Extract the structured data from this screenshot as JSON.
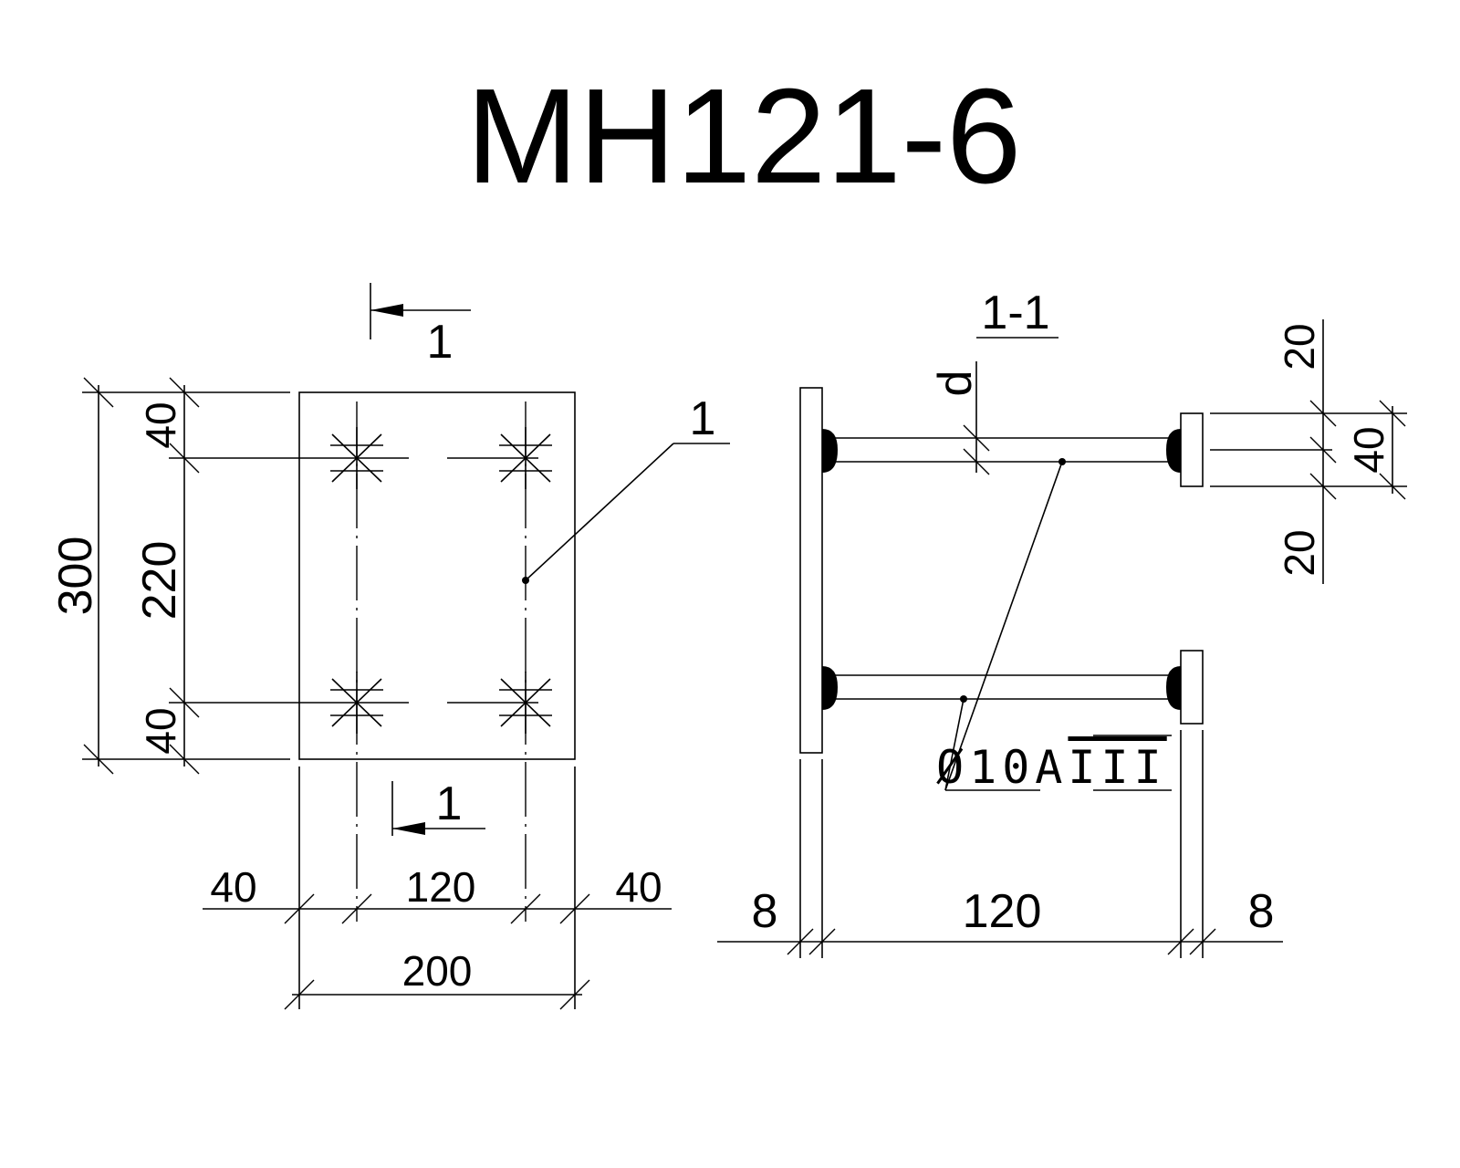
{
  "title": "MH121-6",
  "plan": {
    "section_mark_top": "1",
    "section_mark_bottom": "1",
    "item_callout": "1",
    "dims": {
      "total_height": "300",
      "top_edge": "40",
      "middle": "220",
      "bottom_edge": "40",
      "left_edge": "40",
      "center_spacing": "120",
      "right_edge": "40",
      "total_width": "200"
    }
  },
  "section": {
    "title": "1-1",
    "rod_label": "d",
    "rebar_label_prefix": "Ø10A",
    "rebar_label_class": "III",
    "dims": {
      "top_gap": "20",
      "plate_width": "40",
      "bottom_gap": "20",
      "left_plate": "8",
      "rod_length": "120",
      "right_plate": "8"
    }
  }
}
